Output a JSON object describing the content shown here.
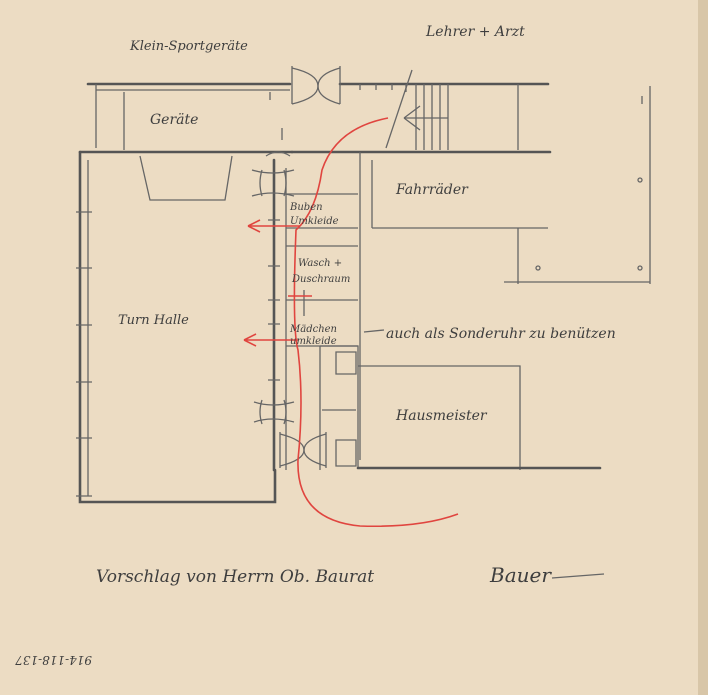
{
  "drawing": {
    "labels": {
      "klein_sportgeraete": "Klein-Sportgeräte",
      "lehrer_arzt": "Lehrer + Arzt",
      "geraete": "Geräte",
      "fahrraeder": "Fahrräder",
      "buben_umkleide_1": "Buben",
      "buben_umkleide_2": "Umkleide",
      "wasch_1": "Wasch +",
      "wasch_2": "Duschraum",
      "turnhalle": "Turn Halle",
      "maedchen_1": "Mädchen",
      "maedchen_2": "umkleide",
      "note": "auch als Sonderuhr zu benützen",
      "hausmeister": "Hausmeister"
    },
    "caption": "Vorschlag von Herrn Ob. Baurat",
    "signature": "Bauer",
    "archive_number": "914-118-137",
    "colors": {
      "paper": "#ecdcc3",
      "pencil": "#555555",
      "red_pencil": "#e0453f"
    }
  }
}
